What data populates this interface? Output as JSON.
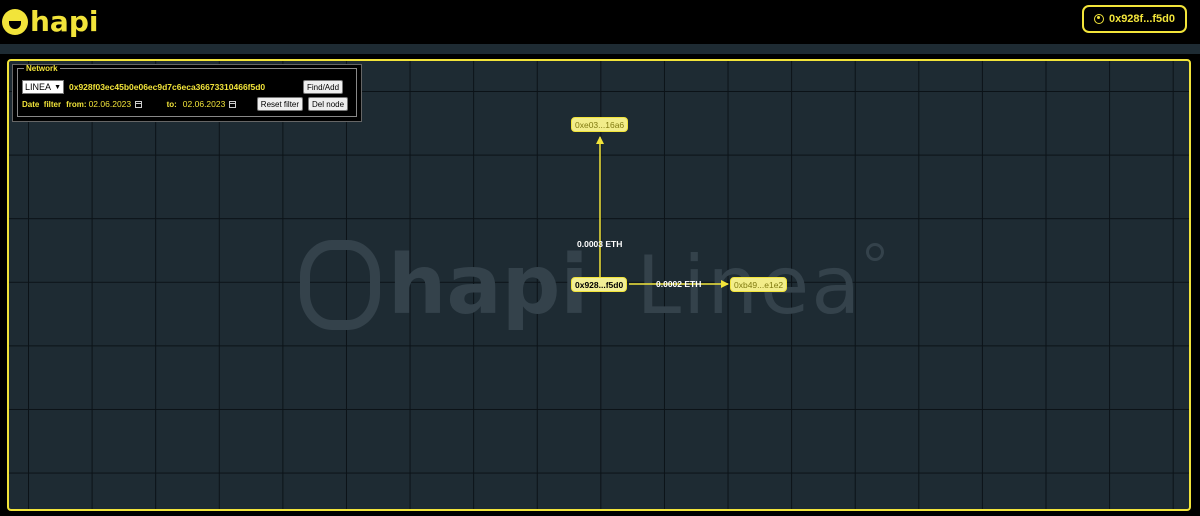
{
  "header": {
    "logo_text": "hapi",
    "wallet_label": "0x928f...f5d0"
  },
  "panel": {
    "legend": "Network",
    "network_selected": "LINEA",
    "address_value": "0x928f03ec45b0e06ec9d7c6eca36673310466f5d0",
    "find_add_label": "Find/Add",
    "date_filter_label": "Date  filter",
    "from_label": "from:",
    "from_value": "02.06.2023",
    "to_label": "to:",
    "to_value": "02.06.2023",
    "reset_filter_label": "Reset filter",
    "del_node_label": "Del node"
  },
  "watermark": {
    "logo_text": "hapi",
    "network_text": "Linea"
  },
  "graph": {
    "center_node": "0x928...f5d0",
    "nodes": [
      "0xe03...16a6",
      "0xb49...e1e2"
    ],
    "edges": [
      "0.0003 ETH",
      "0.0002 ETH"
    ]
  },
  "colors": {
    "accent": "#f2e43a",
    "canvas_bg": "#1e2b33",
    "node_fill": "#f2ed8a"
  }
}
